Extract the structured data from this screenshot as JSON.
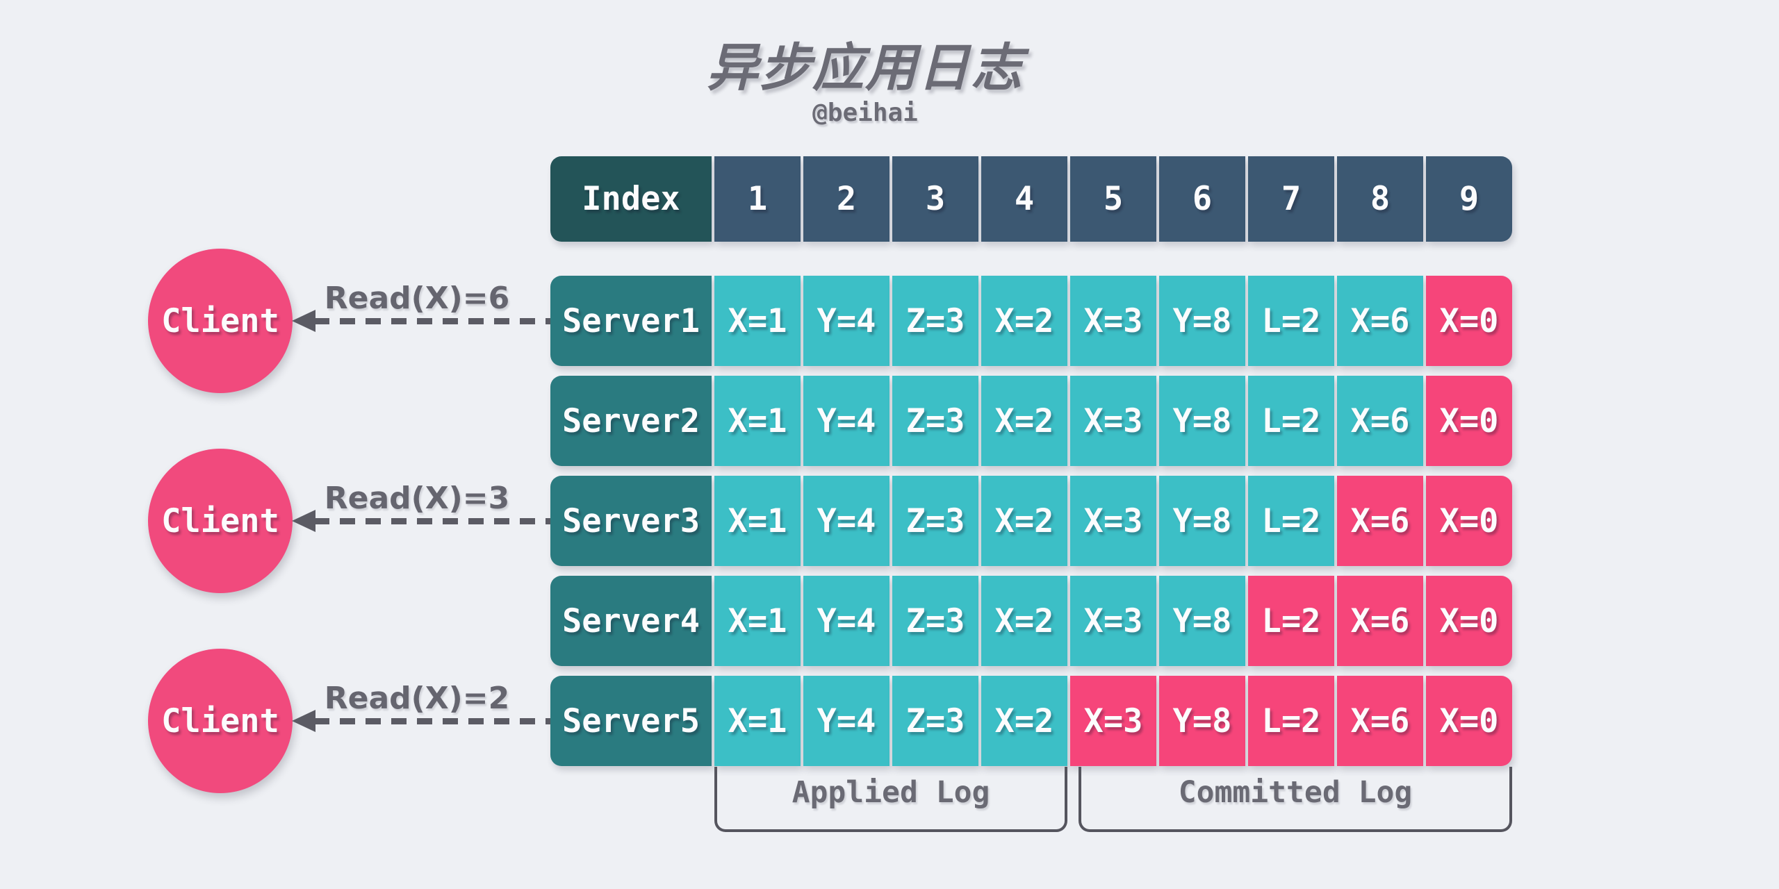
{
  "title": "异步应用日志",
  "subtitle": "@beihai",
  "log_table": {
    "index_header": "Index",
    "indices": [
      "1",
      "2",
      "3",
      "4",
      "5",
      "6",
      "7",
      "8",
      "9"
    ],
    "entry_values": [
      "X=1",
      "Y=4",
      "Z=3",
      "X=2",
      "X=3",
      "Y=8",
      "L=2",
      "X=6",
      "X=0"
    ],
    "servers": [
      {
        "name": "Server1",
        "applied_count": 8
      },
      {
        "name": "Server2",
        "applied_count": 8
      },
      {
        "name": "Server3",
        "applied_count": 7
      },
      {
        "name": "Server4",
        "applied_count": 6
      },
      {
        "name": "Server5",
        "applied_count": 4
      }
    ]
  },
  "clients": [
    {
      "label": "Client",
      "read_label": "Read(X)=6",
      "server_row": 0
    },
    {
      "label": "Client",
      "read_label": "Read(X)=3",
      "server_row": 2
    },
    {
      "label": "Client",
      "read_label": "Read(X)=2",
      "server_row": 4
    }
  ],
  "footer": {
    "applied_label": "Applied Log",
    "committed_label": "Committed Log"
  },
  "colors": {
    "background": "#eef0f4",
    "index_header_bg": "#235458",
    "number_header_bg": "#3c5872",
    "server_label_bg": "#2a7b80",
    "applied_entry_bg": "#3cbfc6",
    "committed_entry_bg": "#f6457a",
    "client_bg": "#f14a7d",
    "arrow_color": "#5b5b64",
    "bracket_color": "#55555e",
    "text_gray": "#6b6b75",
    "text_white": "#fcfcfd"
  }
}
